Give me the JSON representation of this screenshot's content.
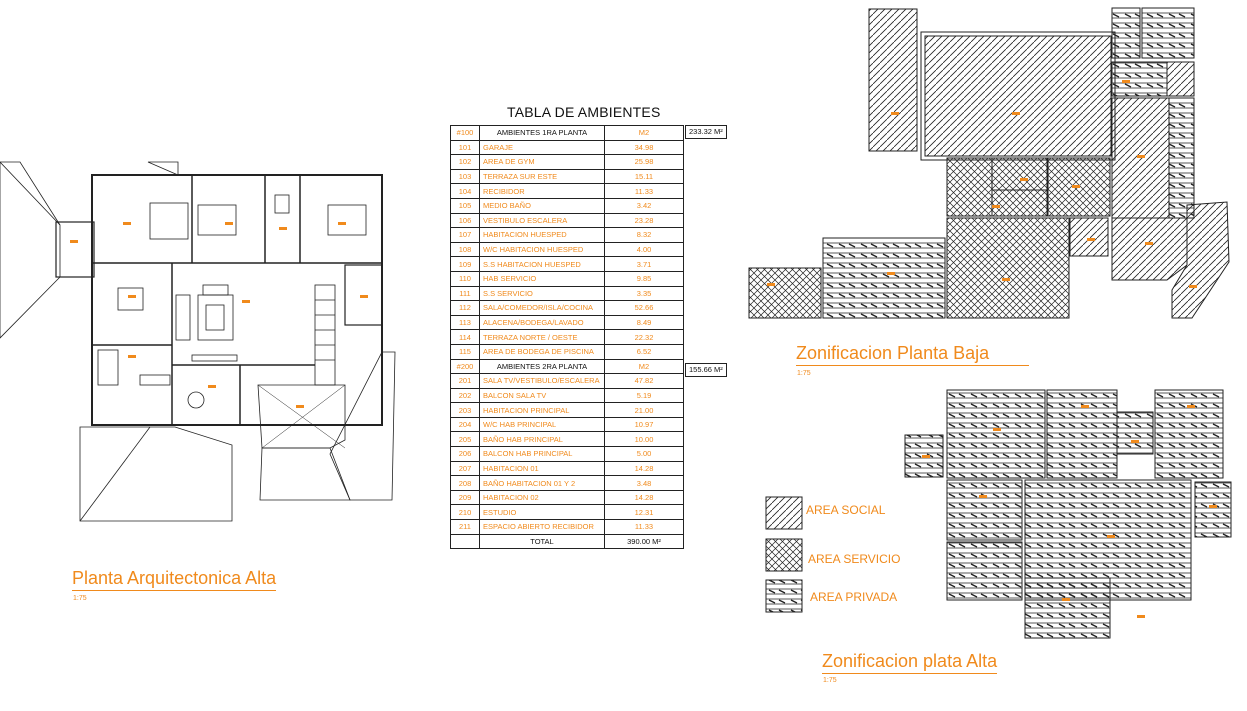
{
  "plan": {
    "title": "Planta Arquitectonica Alta",
    "scale": "1:75"
  },
  "table": {
    "title": "TABLA DE AMBIENTES",
    "section1": {
      "num": "#100",
      "name": "AMBIENTES 1RA PLANTA",
      "unit": "M2",
      "total": "233.32 M²"
    },
    "rows1": [
      {
        "num": "101",
        "name": "GARAJE",
        "val": "34.98"
      },
      {
        "num": "102",
        "name": "AREA DE GYM",
        "val": "25.98"
      },
      {
        "num": "103",
        "name": "TERRAZA SUR ESTE",
        "val": "15.11"
      },
      {
        "num": "104",
        "name": "RECIBIDOR",
        "val": "11.33"
      },
      {
        "num": "105",
        "name": "MEDIO BAÑO",
        "val": "3.42"
      },
      {
        "num": "106",
        "name": "VESTIBULO ESCALERA",
        "val": "23.28"
      },
      {
        "num": "107",
        "name": "HABITACION HUESPED",
        "val": "8.32"
      },
      {
        "num": "108",
        "name": "W/C HABITACION HUESPED",
        "val": "4.00"
      },
      {
        "num": "109",
        "name": "S.S HABITACION HUESPED",
        "val": "3.71"
      },
      {
        "num": "110",
        "name": "HAB SERVICIO",
        "val": "9.85"
      },
      {
        "num": "111",
        "name": "S.S SERVICIO",
        "val": "3.35"
      },
      {
        "num": "112",
        "name": "SALA/COMEDOR/ISLA/COCINA",
        "val": "52.66"
      },
      {
        "num": "113",
        "name": "ALACENA/BODEGA/LAVADO",
        "val": "8.49"
      },
      {
        "num": "114",
        "name": "TERRAZA NORTE / OESTE",
        "val": "22.32"
      },
      {
        "num": "115",
        "name": "AREA DE BODEGA DE PISCINA",
        "val": "6.52"
      }
    ],
    "section2": {
      "num": "#200",
      "name": "AMBIENTES 2RA PLANTA",
      "unit": "M2",
      "total": "155.66 M²"
    },
    "rows2": [
      {
        "num": "201",
        "name": "SALA TV/VESTIBULO/ESCALERA",
        "val": "47.82"
      },
      {
        "num": "202",
        "name": "BALCON SALA TV",
        "val": "5.19"
      },
      {
        "num": "203",
        "name": "HABITACION PRINCIPAL",
        "val": "21.00"
      },
      {
        "num": "204",
        "name": "W/C HAB PRINCIPAL",
        "val": "10.97"
      },
      {
        "num": "205",
        "name": "BAÑO HAB PRINCIPAL",
        "val": "10.00"
      },
      {
        "num": "206",
        "name": "BALCON HAB PRINCIPAL",
        "val": "5.00"
      },
      {
        "num": "207",
        "name": "HABITACION 01",
        "val": "14.28"
      },
      {
        "num": "208",
        "name": "BAÑO HABITACION 01 Y 2",
        "val": "3.48"
      },
      {
        "num": "209",
        "name": "HABITACION 02",
        "val": "14.28"
      },
      {
        "num": "210",
        "name": "ESTUDIO",
        "val": "12.31"
      },
      {
        "num": "211",
        "name": "ESPACIO ABIERTO RECIBIDOR",
        "val": "11.33"
      }
    ],
    "total_label": "TOTAL",
    "total_value": "390.00 M²"
  },
  "zon_baja": {
    "title": "Zonificacion Planta Baja",
    "scale": "1:75"
  },
  "zon_alta": {
    "title": "Zonificacion plata Alta",
    "scale": "1:75"
  },
  "legend": {
    "social": "AREA SOCIAL",
    "servicio": "AREA SERVICIO",
    "privada": "AREA PRIVADA"
  },
  "colors": {
    "accent": "#f08a1c",
    "line": "#222222"
  }
}
